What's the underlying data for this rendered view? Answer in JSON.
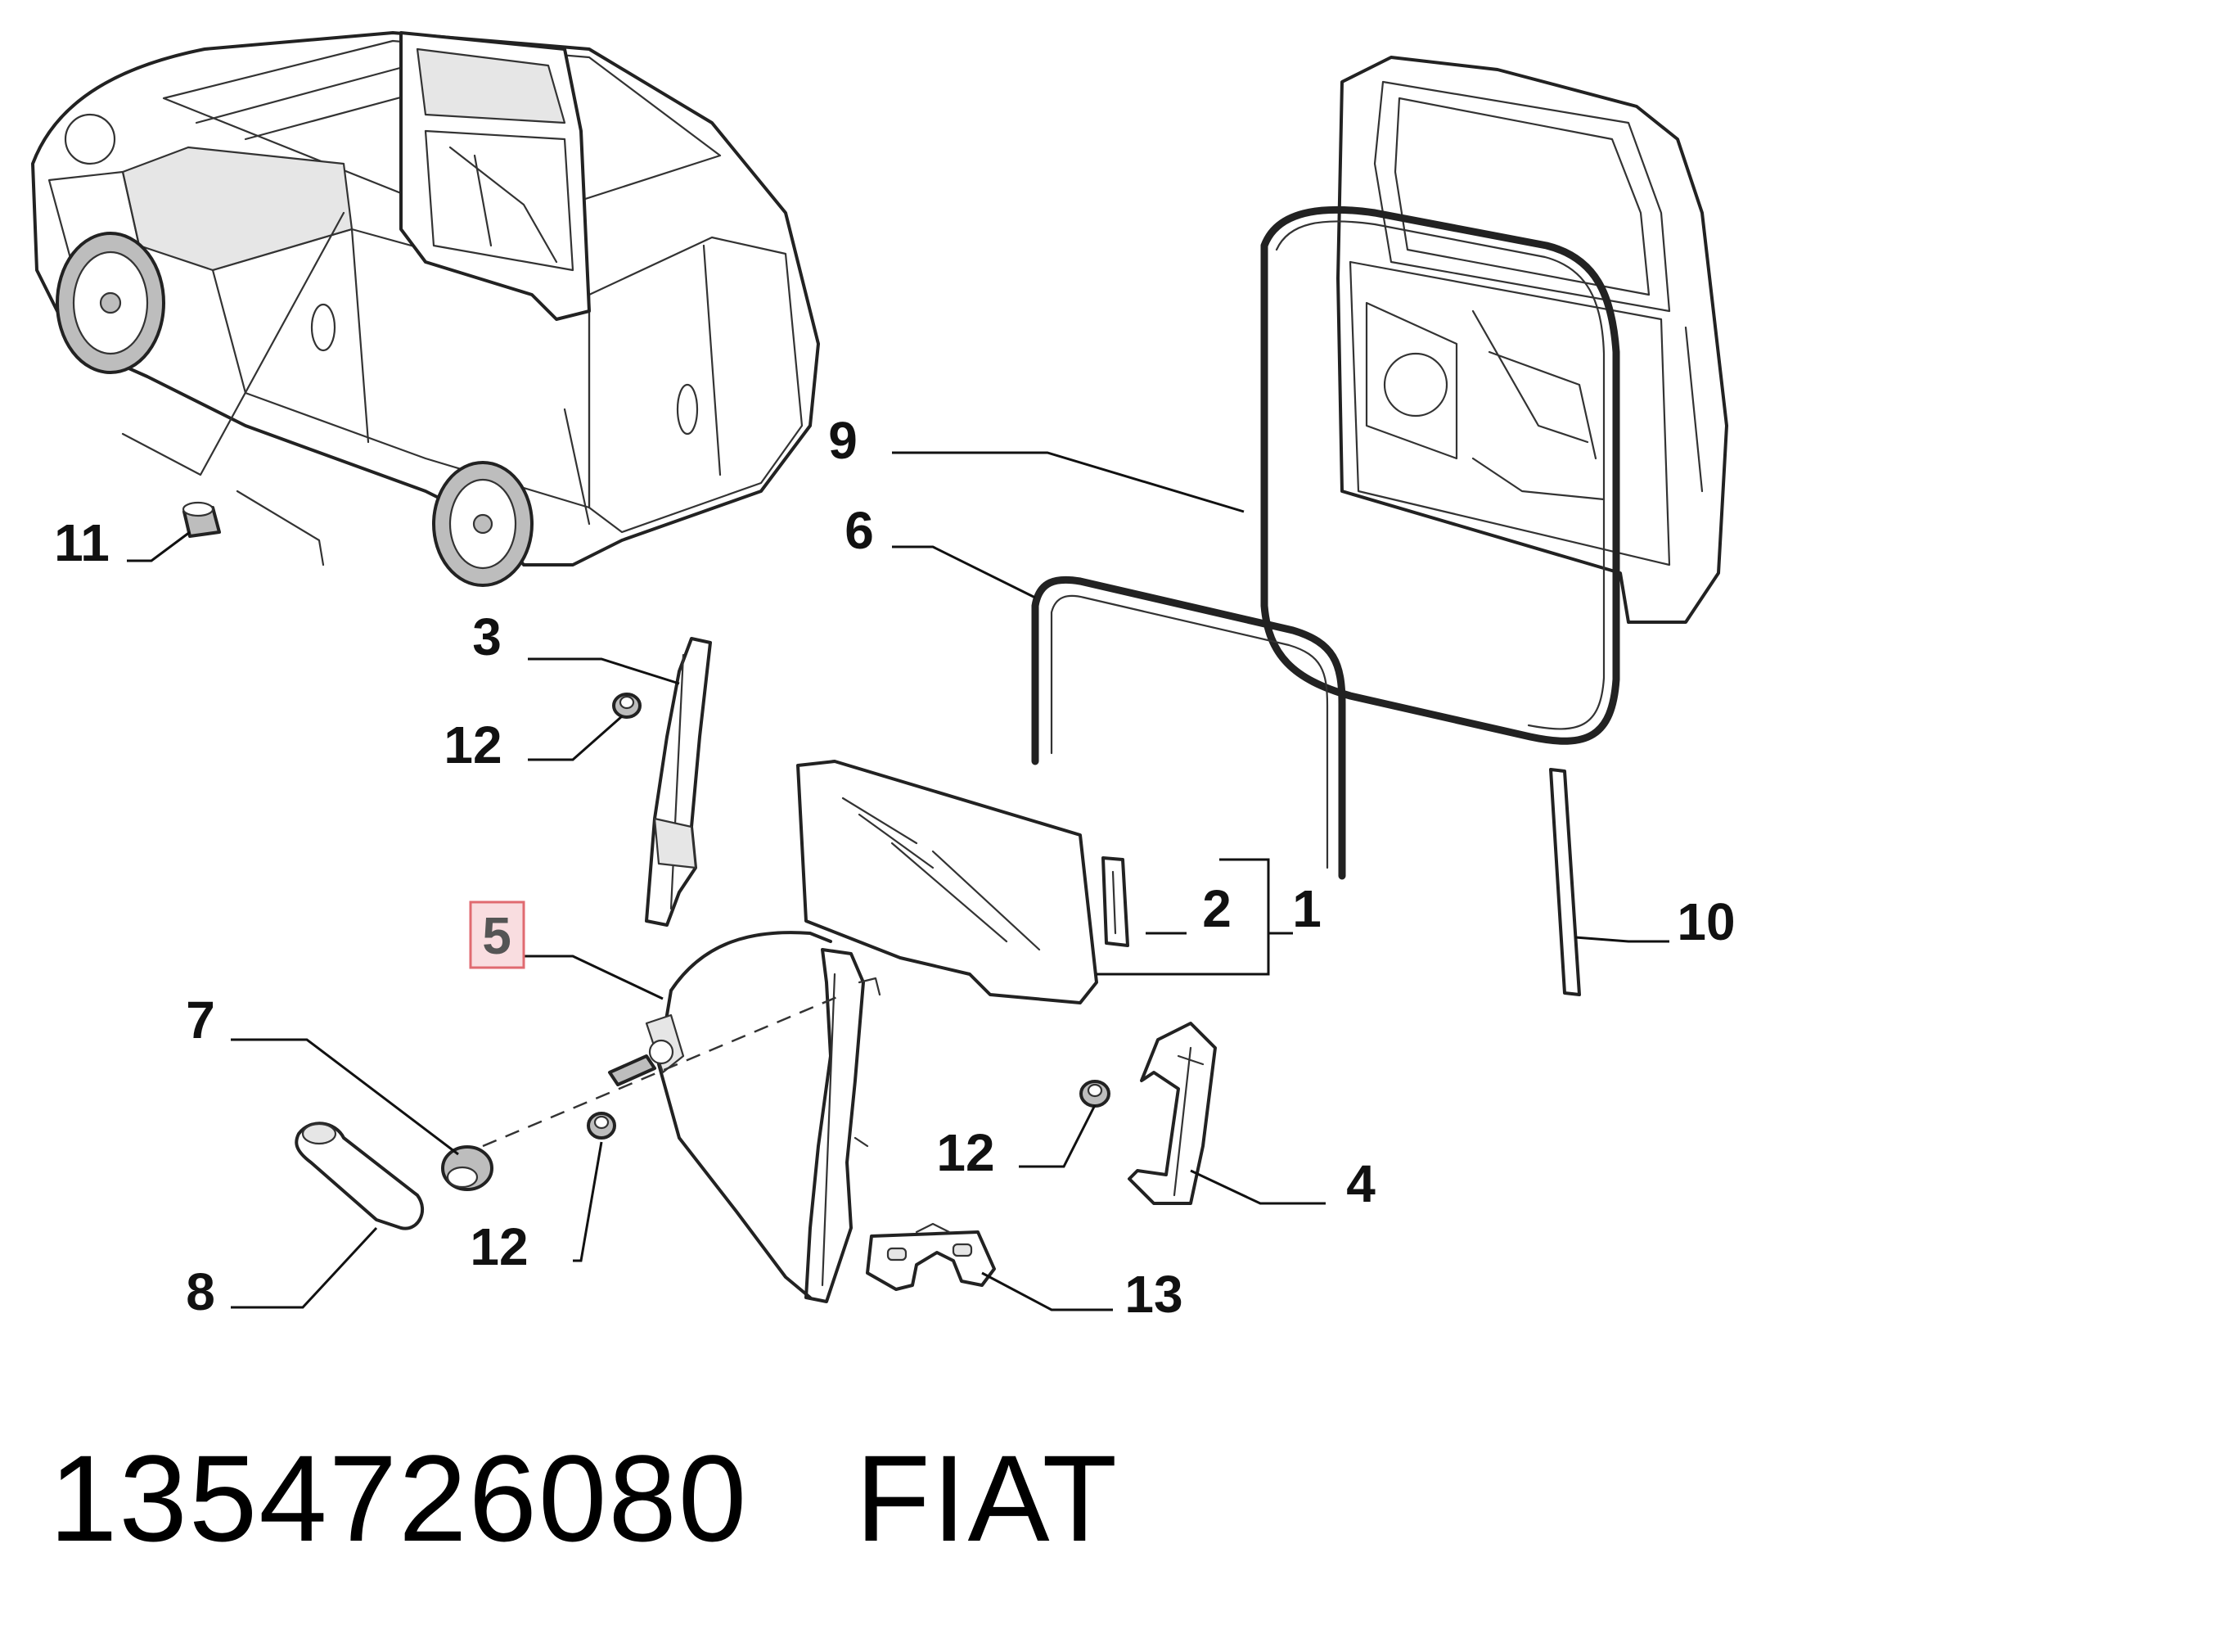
{
  "caption": {
    "part_number": "1354726080",
    "brand": "FIAT"
  },
  "callouts": {
    "c1": "1",
    "c2": "2",
    "c3": "3",
    "c4": "4",
    "c5": "5",
    "c6": "6",
    "c7": "7",
    "c8": "8",
    "c9": "9",
    "c10": "10",
    "c11": "11",
    "c12a": "12",
    "c12b": "12",
    "c12c": "12",
    "c13": "13"
  },
  "highlight_color": "#e06a70",
  "highlight_fill": "#f9dde0"
}
